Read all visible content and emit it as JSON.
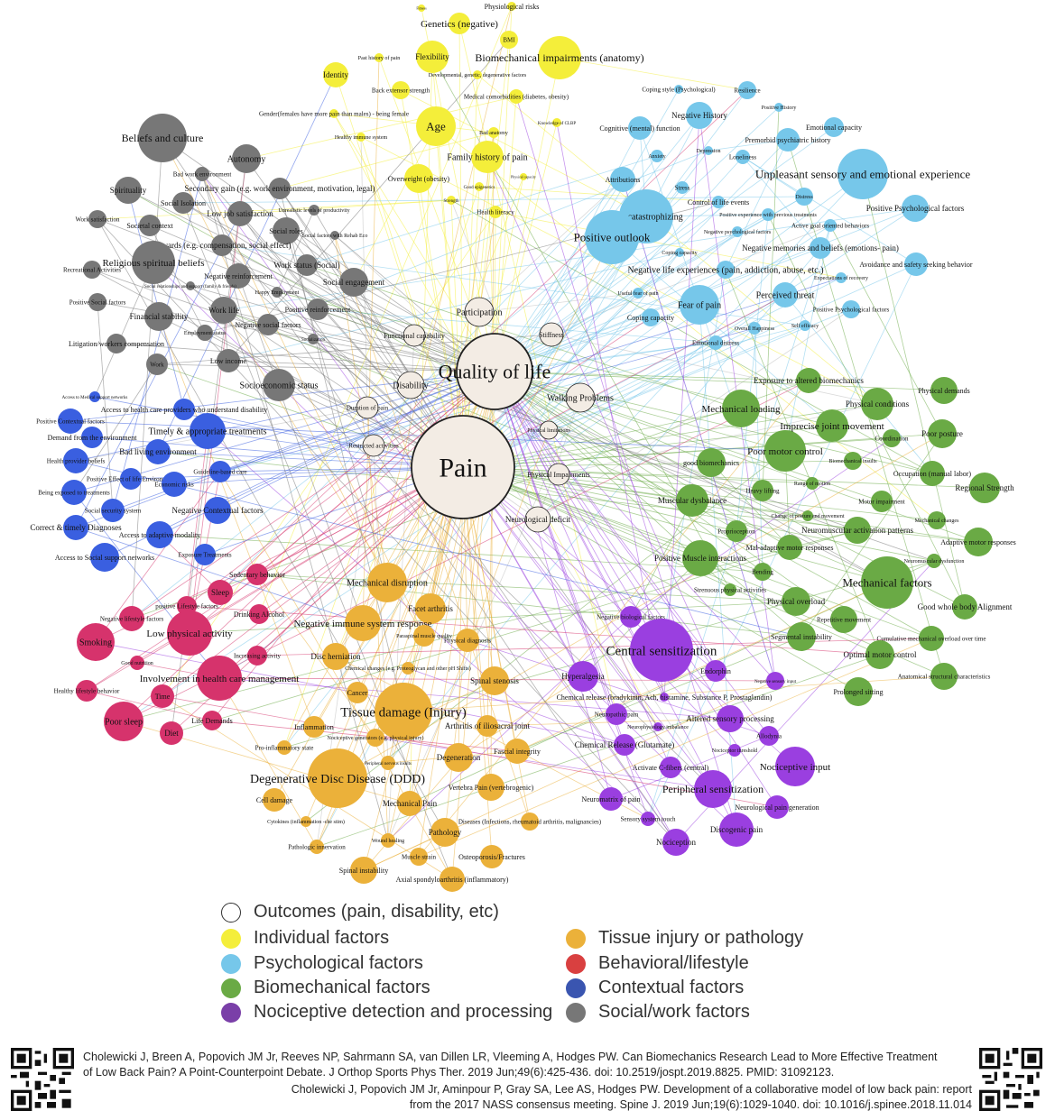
{
  "colors": {
    "outcome": "#f3ece4",
    "individual": "#f4ee3a",
    "psychological": "#76c7ea",
    "biomechanical": "#6aaa45",
    "nociceptive": "#9a3fe0",
    "tissue": "#ebb13a",
    "behavioral": "#d6336c",
    "contextual": "#3a5fe0",
    "social": "#777777"
  },
  "legend": [
    {
      "label": "Outcomes (pain, disability, etc)",
      "color": "#ffffff"
    },
    {
      "label": "Individual factors",
      "color": "#f4ee3a"
    },
    {
      "label": "Psychological factors",
      "color": "#76c7ea"
    },
    {
      "label": "Biomechanical factors",
      "color": "#6aaa45"
    },
    {
      "label": "Nociceptive detection and processing",
      "color": "#7a3fa8"
    },
    {
      "label": "Tissue injury or pathology",
      "color": "#ebb13a"
    },
    {
      "label": "Behavioral/lifestyle",
      "color": "#d94040"
    },
    {
      "label": "Contextual factors",
      "color": "#3a55b0"
    },
    {
      "label": "Social/work factors",
      "color": "#777777"
    }
  ],
  "references": {
    "ref1": "Cholewicki J, Breen A, Popovich JM Jr, Reeves NP, Sahrmann SA, van Dillen LR, Vleeming A, Hodges PW. Can Biomechanics Research Lead to More  Effective Treatment of Low Back Pain? A Point-Counterpoint Debate. J Orthop Sports Phys Ther. 2019 Jun;49(6):425-436. doi: 10.2519/jospt.2019.8825. PMID: 31092123.",
    "ref2": "Cholewicki J, Popovich JM Jr, Aminpour P, Gray SA, Lee AS, Hodges PW. Development of a collaborative model of low back pain: report from the 2017 NASS consensus meeting. Spine J. 2019 Jun;19(6):1029-1040. doi: 10.1016/j.spinee.2018.11.014"
  },
  "nodes": {
    "outcome": [
      "Quality of life",
      "Pain",
      "Participation",
      "Stiffness",
      "Functional capability",
      "Disability",
      "Walking Problems",
      "Duration of pain",
      "Restricted activities",
      "Physical limitations",
      "Physical Impairments",
      "Neurological deficit"
    ],
    "individual": [
      "Physiological risks",
      "Fitness",
      "Genetics (negative)",
      "BMI",
      "Past history of pain",
      "Flexibility",
      "Biomechanical impairments (anatomy)",
      "Identity",
      "Developmental, genetic, degenerative factors",
      "Back extensor strength",
      "Medical comorbidities (diabetes, obesity)",
      "Gender(females have more pain than males) - being female",
      "Age",
      "Knowledge of CLBP",
      "Healthy immune system",
      "Bad anatomy",
      "Family history of pain",
      "Overweight (obesity)",
      "Good epigenetics",
      "Physical capacity",
      "Strength",
      "Health literacy"
    ],
    "psychological": [
      "Coping style (Psychological)",
      "Resilience",
      "Positive History",
      "Negative History",
      "Cognitive (mental) function",
      "Emotional capacity",
      "Premorbid psychiatric history",
      "Anxiety",
      "Depression",
      "Loneliness",
      "Unpleasant sensory and emotional experience",
      "Attributions",
      "Stress",
      "Control of life events",
      "Distress",
      "Positive Psychological factors",
      "Pain catastrophizing",
      "Positive experience with previous treatments",
      "Active goal oriented behaviors",
      "Positive outlook",
      "Negative psychological factors",
      "Coping capacity",
      "Negative memories and beliefs (emotions- pain)",
      "Avoidance and safety seeking behavior",
      "Negative life experiences (pain, addiction, abuse, etc.)",
      "Expectations of recovery",
      "Fear of pain",
      "Perceived threat",
      "Useful fear of pain",
      "Positive Psychological factors",
      "Coping capacity",
      "Overall Happiness",
      "Self efficacy",
      "Emotional distress"
    ],
    "biomechanical": [
      "Exposure to altered biomechanics",
      "Physical demands",
      "Mechanical loading",
      "Physical conditions",
      "Imprecise joint movement",
      "Coordination",
      "Poor posture",
      "Poor motor control",
      "good biomechanics",
      "Biomechanical insults",
      "Occupation (manual labor)",
      "Range of motion",
      "Heavy lifting",
      "Regional Strength",
      "Muscular dysbalance",
      "Motor impairment",
      "Change of posture and movement",
      "Mechanical changes",
      "Proprioception",
      "Neuromuscular activation patterns",
      "Adaptive motor responses",
      "Mal-adaptive motor responses",
      "Positive Muscle interactions",
      "Neuromuscular dysfunction",
      "Bending",
      "Mechanical factors",
      "Strenuous physical activities",
      "Physical overload",
      "Good whole body Alignment",
      "Repetitive movement",
      "Segmental instability",
      "Cumulative mechanical overload over time",
      "Optimal motor control",
      "Anatomical structural characteristics",
      "Prolonged sitting"
    ],
    "nociceptive": [
      "Negative biological factors",
      "Central sensitization",
      "Endorphin",
      "Hyperalgesia",
      "Negative sensory input",
      "Chemical release (bradykinin, Ach, histamine, Substance P, Prostaglandin)",
      "Neuropathic pain",
      "Altered sensory processing",
      "Neurophysiology imbalance",
      "Allodynia",
      "Chemical Release (Glutamate)",
      "Nociceptor threshold",
      "Activate C-fibers (central)",
      "Nociceptive input",
      "Peripheral sensitization",
      "Neuromatrix of pain",
      "Neurological pain generation",
      "Sensory system touch",
      "Discogenic pain",
      "Nociception"
    ],
    "tissue": [
      "Mechanical disruption",
      "Facet arthritis",
      "Negative immune system response",
      "Paraspinal muscle quality",
      "Physical diagnosis",
      "Disc herniation",
      "Chemical changes (e.g. Proteoglycan and other pH Shifts)",
      "Spinal stenosis",
      "Cancer",
      "Tissue damage (Injury)",
      "Arthritis of iliosacral joint",
      "Inflammation",
      "Nociceptive generators (e.g. physical injury)",
      "Pro-inflammatory state",
      "Fascial integrity",
      "Degeneration",
      "Peripheral nervous insults",
      "Degenerative Disc Disease (DDD)",
      "Vertebra Pain (vertebrogenic)",
      "Cell damage",
      "Mechanical Pain",
      "Diseases (Infections, rheumatoid arthritis, malignancies)",
      "Cytokines (inflammation -che stim)",
      "Pathology",
      "Wound healing",
      "Pathologic innervation",
      "Muscle strain",
      "Osteoporosis/Fractures",
      "Spinal instability",
      "Axial spondyloarthritis (inflammatory)"
    ],
    "behavioral": [
      "Sedentary behavior",
      "Sleep",
      "positive Lifestyle factors",
      "Negative lifestyle factors",
      "Drinking Alcohol",
      "Smoking",
      "Low physical activity",
      "Increasing activity",
      "Good nutrition",
      "Involvement in health care management",
      "Healthy lifestyle behavior",
      "Time",
      "Poor sleep",
      "Life Demands",
      "Diet"
    ],
    "contextual": [
      "Access to Medical support networks",
      "Access to health care providers who understand disability",
      "Positive Contextual factors",
      "Timely & appropriate treatments",
      "Demand from the environment",
      "Bad living environment",
      "Health provider beliefs",
      "Guideline-based care",
      "Positive Effect of life Environment",
      "Economic risks",
      "Being exposed to treatments",
      "Social security system",
      "Negative Contextual factors",
      "Correct & timely Diagnoses",
      "Access to adaptive modality",
      "Access to Social support networks",
      "Exposure Treatments"
    ],
    "social": [
      "Beliefs and culture",
      "Autonomy",
      "Bad work environment",
      "Spirituality",
      "Secondary gain (e.g. work environment, motivation, legal)",
      "Social Isolation",
      "Work satisfaction",
      "Low job satisfaction",
      "Unrealistic levels of productivity",
      "Societal context",
      "Social roles",
      "Social factors with Rehab Eco",
      "Rewards (e.g. compensation, social effect)",
      "Religious spiritual beliefs",
      "Work status (Social)",
      "Recreational Activities",
      "Negative reinforcement",
      "Social engagement",
      "Social relationships and support (family & friends)",
      "Happy Employment",
      "Positive Social factors",
      "Work life",
      "Positive reinforcement",
      "Financial stability",
      "Negative social factors",
      "Employment status",
      "Socialization",
      "Litigation/workers compensation",
      "Work",
      "Low income",
      "Socioeconomic status"
    ]
  }
}
